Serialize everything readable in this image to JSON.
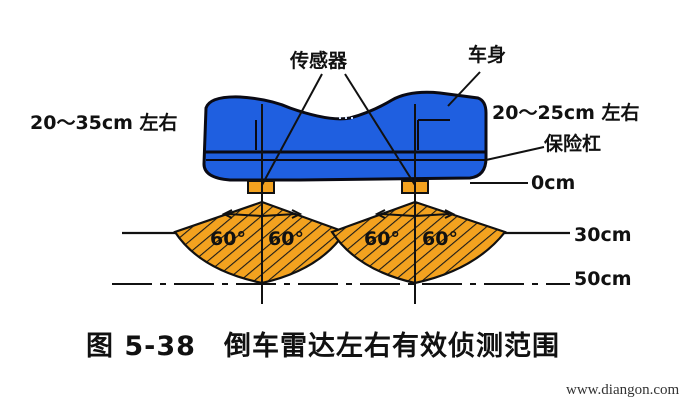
{
  "labels": {
    "sensor": "传感器",
    "body": "车身",
    "bumper": "保险杠",
    "left_height": "20～35cm 左右",
    "right_height": "20～25cm 左右",
    "level_0": "0cm",
    "level_30": "30cm",
    "level_50": "50cm",
    "angle_left_a": "60°",
    "angle_left_b": "60°",
    "angle_right_a": "60°",
    "angle_right_b": "60°"
  },
  "caption": "图 5-38　倒车雷达左右有效侦测范围",
  "watermark": "www.diangon.com",
  "colors": {
    "car_body": "#1f5fe0",
    "car_outline": "#0a0a14",
    "detection_zone": "#f3a21f",
    "hatch": "#1a1a1a",
    "line": "#111111"
  }
}
